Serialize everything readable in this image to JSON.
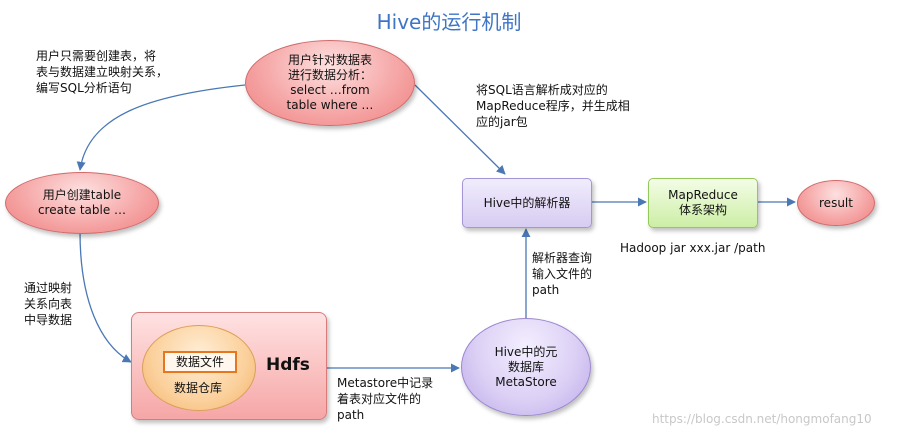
{
  "title": "Hive的运行机制",
  "notes": {
    "user_create_mapping": "用户只需要创建表，将\n表与数据建立映射关系，\n编写SQL分析语句",
    "parse_sql": "将SQL语言解析成对应的\nMapReduce程序，并生成相\n应的jar包",
    "mapping_to_table": "通过映射\n关系向表\n中导数据",
    "metastore_record": "Metastore中记录\n着表对应文件的\npath",
    "parser_query": "解析器查询\n输入文件的\npath",
    "hadoop_cmd": "Hadoop jar xxx.jar /path"
  },
  "nodes": {
    "user_analysis": "用户针对数据表\n进行数据分析：\nselect …from\ntable where …",
    "user_create_table": "用户创建table\ncreate table …",
    "hive_parser": "Hive中的解析器",
    "mapreduce": "MapReduce\n体系架构",
    "result": "result",
    "hdfs": "Hdfs",
    "data_file": "数据文件",
    "data_warehouse": "数据仓库",
    "metastore": "Hive中的元\n数据库\nMetaStore"
  },
  "watermark": "https://blog.csdn.net/hongmofang10",
  "colors": {
    "title": "#3f75c6",
    "arrow": "#4a78b5"
  }
}
